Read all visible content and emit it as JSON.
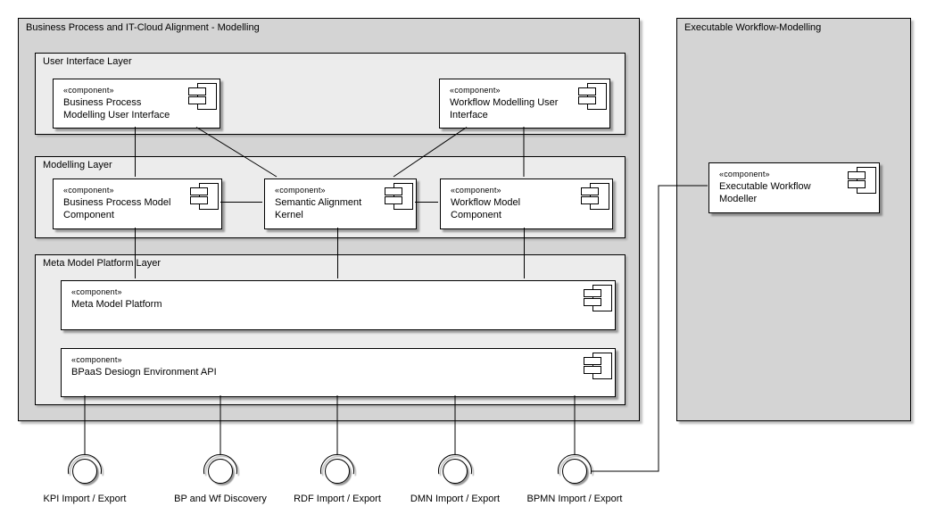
{
  "frames": {
    "bp_it_cloud": {
      "title": "Business Process and IT-Cloud Alignment - Modelling"
    },
    "executable_workflow": {
      "title": "Executable Workflow-Modelling"
    }
  },
  "layers": {
    "user_interface": {
      "title": "User Interface Layer"
    },
    "modelling": {
      "title": "Modelling Layer"
    },
    "meta_model_platform": {
      "title": "Meta Model Platform Layer"
    }
  },
  "components": {
    "bp_modelling_ui": {
      "stereotype": "«component»",
      "name": "Business Process\nModelling User Interface"
    },
    "wf_modelling_ui": {
      "stereotype": "«component»",
      "name": "Workflow Modelling User\nInterface"
    },
    "bp_model": {
      "stereotype": "«component»",
      "name": "Business Process Model\nComponent"
    },
    "semantic_alignment_kernel": {
      "stereotype": "«component»",
      "name": "Semantic Alignment\nKernel"
    },
    "wf_model": {
      "stereotype": "«component»",
      "name": "Workflow Model\nComponent"
    },
    "meta_model_platform": {
      "stereotype": "«component»",
      "name": "Meta Model Platform"
    },
    "bpaas_design_env_api": {
      "stereotype": "«component»",
      "name": "BPaaS Desiogn Environment API"
    },
    "executable_wf_modeller": {
      "stereotype": "«component»",
      "name": "Executable Workflow\nModeller"
    }
  },
  "interfaces": [
    {
      "label": "KPI Import / Export"
    },
    {
      "label": "BP and Wf Discovery"
    },
    {
      "label": "RDF Import / Export"
    },
    {
      "label": "DMN Import / Export"
    },
    {
      "label": "BPMN Import / Export"
    }
  ],
  "colors": {
    "frame_fill": "#d4d4d4",
    "layer_fill": "#ececec",
    "component_fill": "#ffffff",
    "line_color": "#000000",
    "canvas_bg": "#ffffff"
  }
}
